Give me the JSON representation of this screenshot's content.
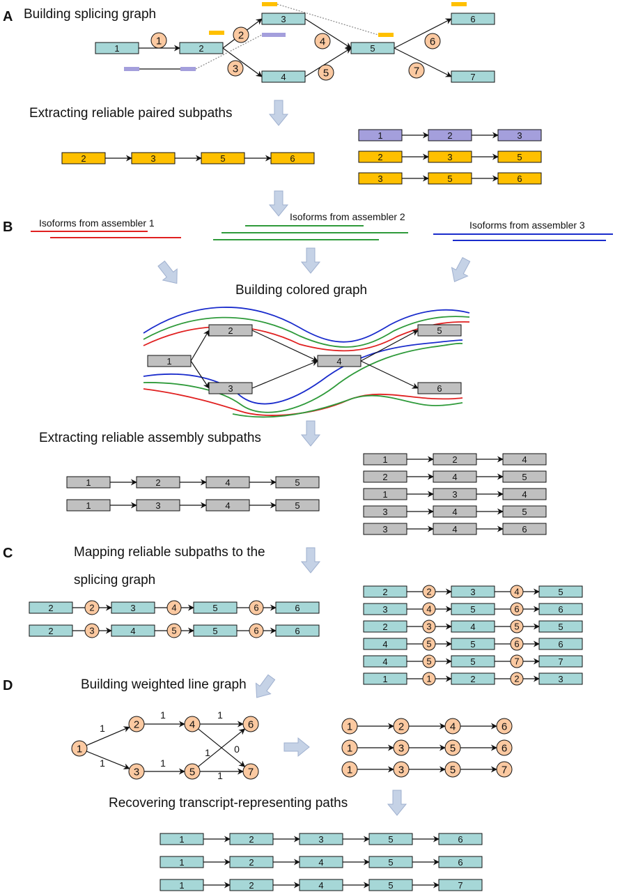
{
  "panels": [
    {
      "key": "A",
      "label": "A"
    },
    {
      "key": "B",
      "label": "B"
    },
    {
      "key": "C",
      "label": "C"
    },
    {
      "key": "D",
      "label": "D"
    }
  ],
  "steps": {
    "building_splicing_graph": "Building splicing graph",
    "extracting_paired_subpaths": "Extracting reliable paired subpaths",
    "building_colored_graph": "Building colored graph",
    "extracting_assembly_subpaths": "Extracting reliable assembly subpaths",
    "mapping_line1": "Mapping reliable subpaths to the",
    "mapping_line2": "splicing graph",
    "building_weighted_line_graph": "Building weighted line graph",
    "recovering_paths": "Recovering transcript-representing paths"
  },
  "assemblers": [
    {
      "label": "Isoforms from assembler 1",
      "color": "#e02020"
    },
    {
      "label": "Isoforms from assembler 2",
      "color": "#2e9a3a"
    },
    {
      "label": "Isoforms from assembler 3",
      "color": "#1a2ccc"
    }
  ],
  "colors": {
    "exon_cyan": "#a6d7d7",
    "exon_gray": "#c0c0c0",
    "exon_orange": "#ffc000",
    "exon_purple": "#a49fdc",
    "junction_circle": "#fbc9a1",
    "read_orange": "#ffc000",
    "read_purple": "#a49fdc",
    "flow_arrow": "#c5d2e6"
  },
  "splicing_graph": {
    "exons": [
      "1",
      "2",
      "3",
      "4",
      "5",
      "6",
      "7"
    ],
    "junctions": [
      "1",
      "2",
      "3",
      "4",
      "5",
      "6",
      "7"
    ]
  },
  "paired_subpaths": {
    "long": [
      "2",
      "3",
      "5",
      "6"
    ],
    "short": [
      [
        "1",
        "2",
        "3"
      ],
      [
        "2",
        "3",
        "5"
      ],
      [
        "3",
        "5",
        "6"
      ]
    ]
  },
  "colored_graph": {
    "nodes": [
      "1",
      "2",
      "3",
      "4",
      "5",
      "6"
    ]
  },
  "assembly_subpaths": {
    "long": [
      [
        "1",
        "2",
        "4",
        "5"
      ],
      [
        "1",
        "3",
        "4",
        "5"
      ]
    ],
    "short": [
      [
        "1",
        "2",
        "4"
      ],
      [
        "2",
        "4",
        "5"
      ],
      [
        "1",
        "3",
        "4"
      ],
      [
        "3",
        "4",
        "5"
      ],
      [
        "3",
        "4",
        "6"
      ]
    ]
  },
  "mapped_subpaths": {
    "long": [
      {
        "exons": [
          "2",
          "3",
          "5",
          "6"
        ],
        "junctions": [
          "2",
          "4",
          "6"
        ]
      },
      {
        "exons": [
          "2",
          "4",
          "5",
          "6"
        ],
        "junctions": [
          "3",
          "5",
          "6"
        ]
      }
    ],
    "short": [
      {
        "exons": [
          "2",
          "3",
          "5"
        ],
        "junctions": [
          "2",
          "4"
        ]
      },
      {
        "exons": [
          "3",
          "5",
          "6"
        ],
        "junctions": [
          "4",
          "6"
        ]
      },
      {
        "exons": [
          "2",
          "4",
          "5"
        ],
        "junctions": [
          "3",
          "5"
        ]
      },
      {
        "exons": [
          "4",
          "5",
          "6"
        ],
        "junctions": [
          "5",
          "6"
        ]
      },
      {
        "exons": [
          "4",
          "5",
          "7"
        ],
        "junctions": [
          "5",
          "7"
        ]
      },
      {
        "exons": [
          "1",
          "2",
          "3"
        ],
        "junctions": [
          "1",
          "2"
        ]
      }
    ]
  },
  "line_graph": {
    "nodes": [
      "1",
      "2",
      "3",
      "4",
      "5",
      "6",
      "7"
    ],
    "weights": {
      "e1_2": "1",
      "e1_3": "1",
      "e2_4": "1",
      "e3_5": "1",
      "e4_6": "1",
      "e4_7": "0",
      "e5_6": "1",
      "e5_7": "1"
    },
    "paths": [
      [
        "1",
        "2",
        "4",
        "6"
      ],
      [
        "1",
        "3",
        "5",
        "6"
      ],
      [
        "1",
        "3",
        "5",
        "7"
      ]
    ]
  },
  "transcripts": [
    [
      "1",
      "2",
      "3",
      "5",
      "6"
    ],
    [
      "1",
      "2",
      "4",
      "5",
      "6"
    ],
    [
      "1",
      "2",
      "4",
      "5",
      "7"
    ]
  ]
}
